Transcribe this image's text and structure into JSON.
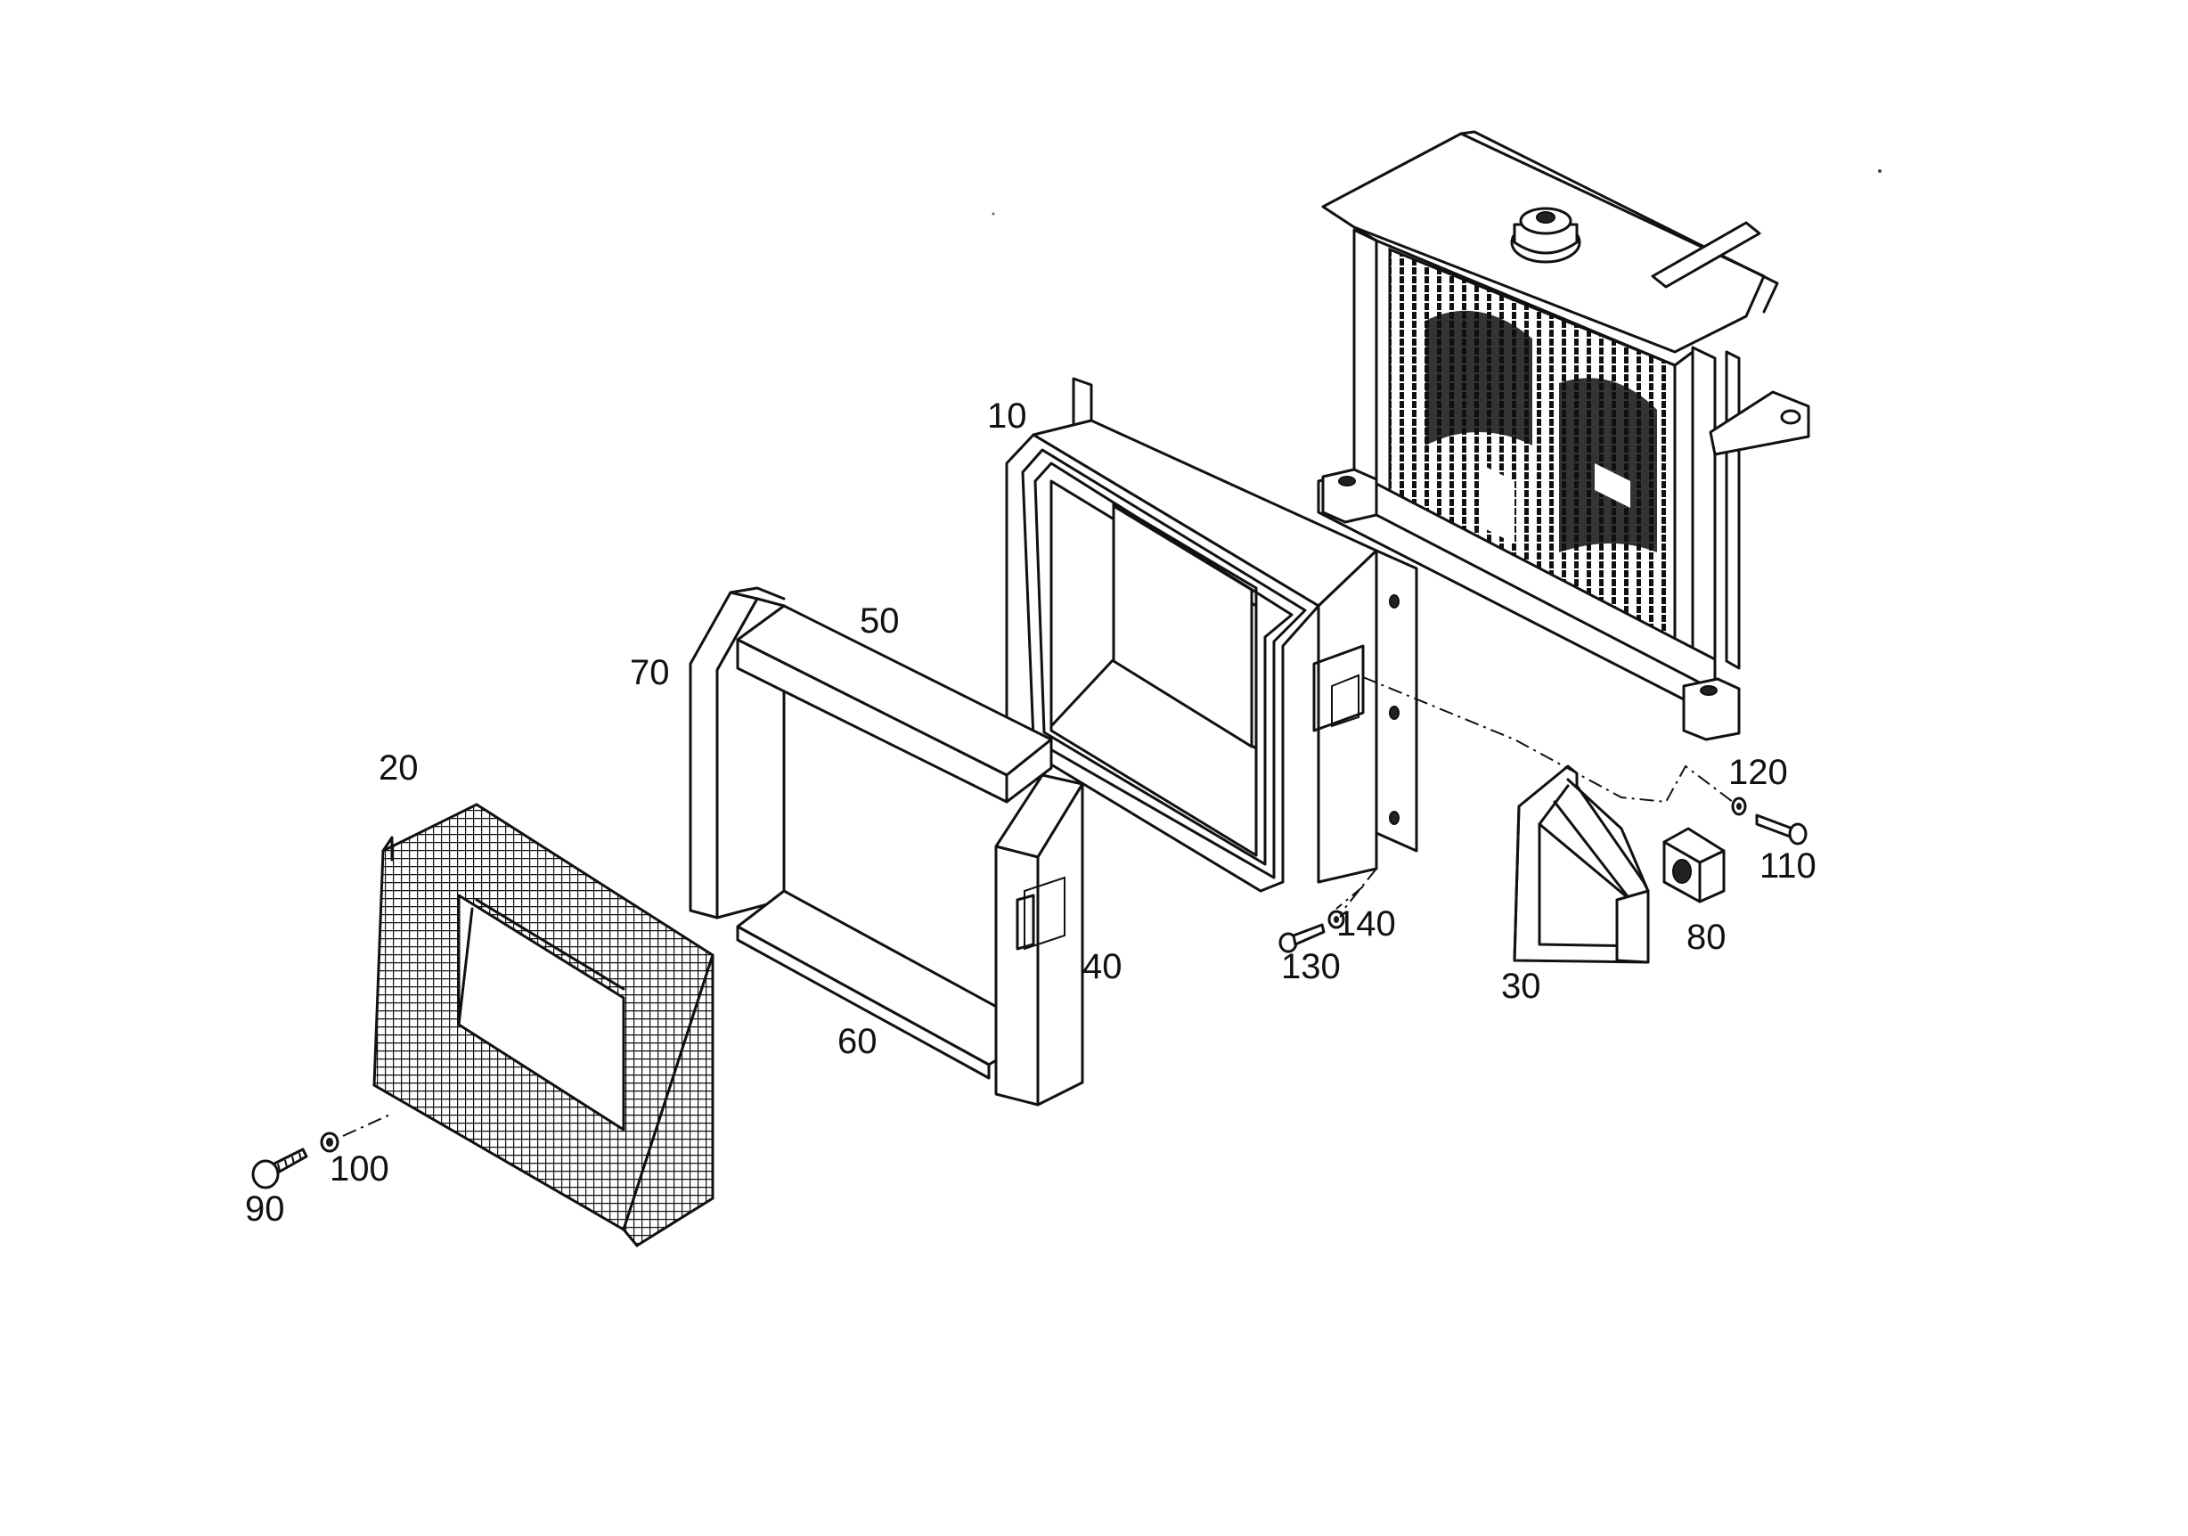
{
  "diagram": {
    "type": "exploded-parts-view",
    "labels": {
      "p10": "10",
      "p20": "20",
      "p30": "30",
      "p40": "40",
      "p50": "50",
      "p60": "60",
      "p70": "70",
      "p80": "80",
      "p90": "90",
      "p100": "100",
      "p110": "110",
      "p120": "120",
      "p130": "130",
      "p140": "140"
    }
  }
}
